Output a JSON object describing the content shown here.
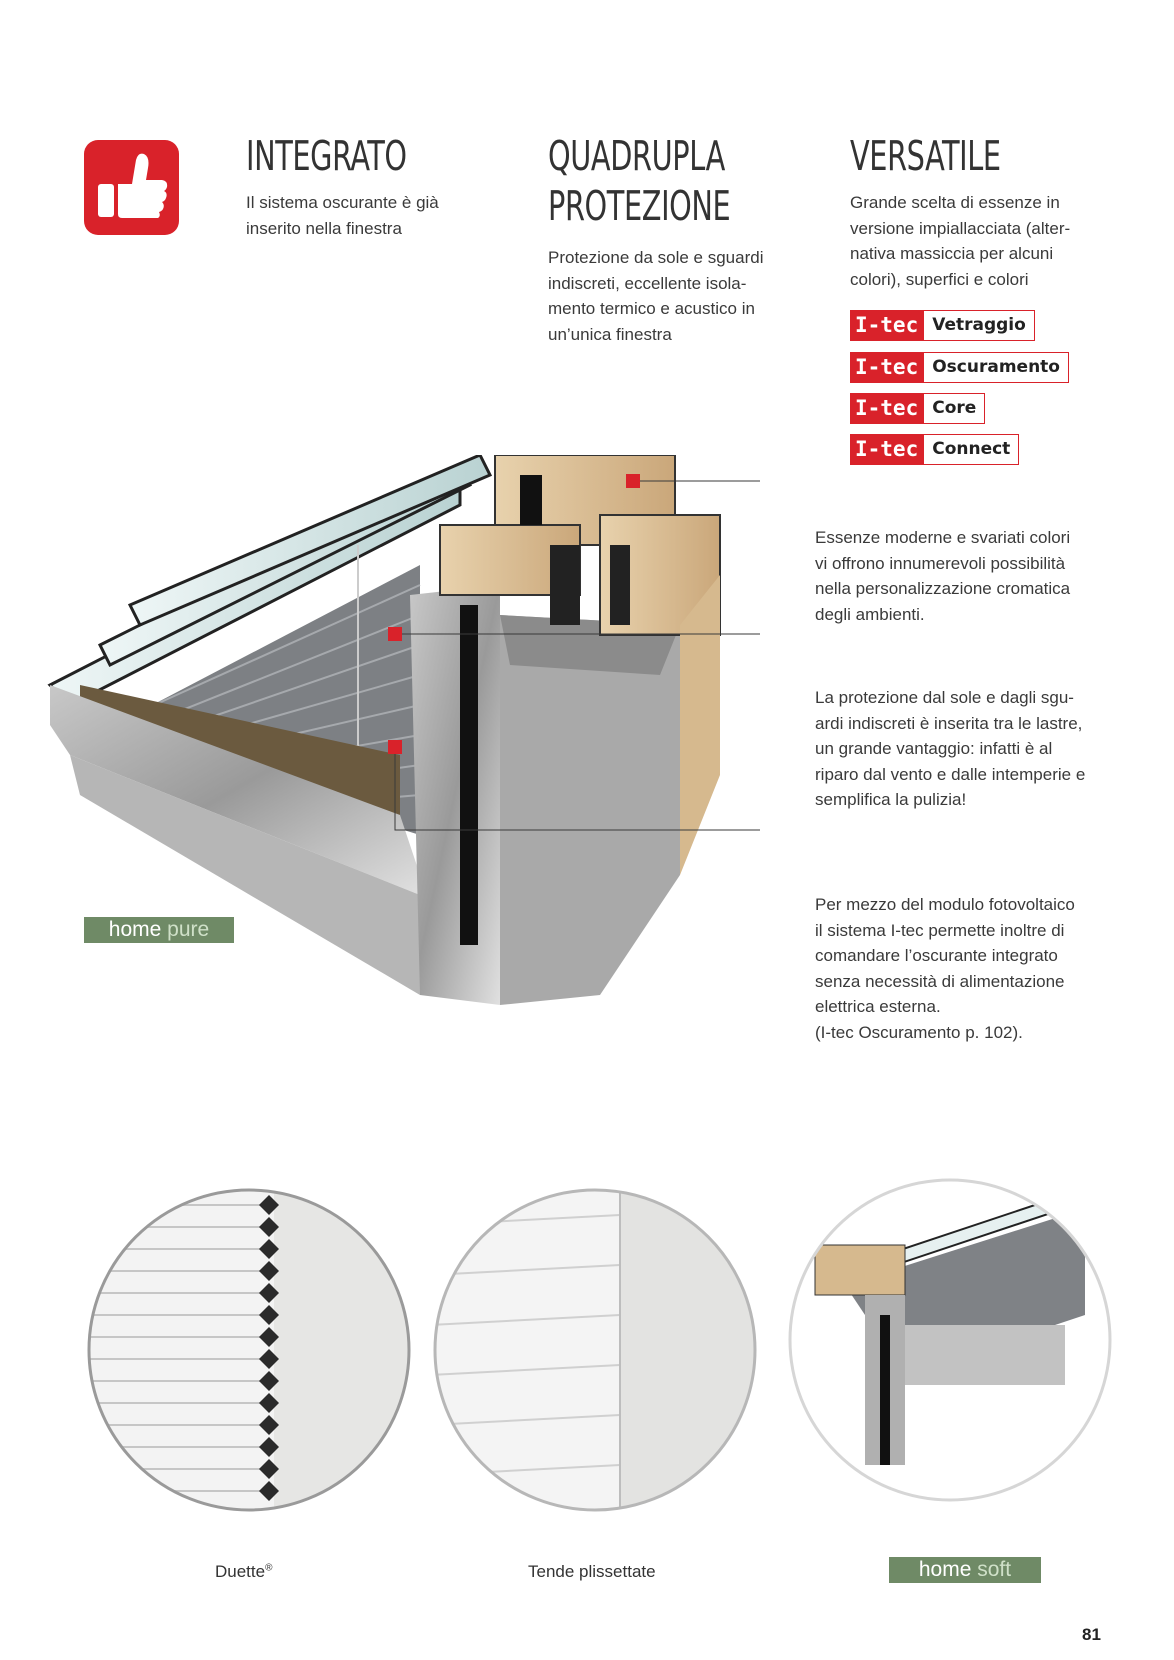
{
  "columns": [
    {
      "heading": [
        "INTEGRATO"
      ],
      "text": [
        "Il sistema oscurante è  già",
        "inserito nella finestra"
      ]
    },
    {
      "heading": [
        "QUADRUPLA",
        "PROTEZIONE"
      ],
      "text": [
        "Protezione da sole e sguardi",
        "indiscreti, eccellente isola-",
        "mento termico e acustico in",
        "un’unica finestra"
      ]
    },
    {
      "heading": [
        "VERSATILE"
      ],
      "text": [
        "Grande scelta di essenze in",
        "versione impiallacciata (alter-",
        "nativa massiccia per alcuni",
        "colori), superfici e colori"
      ]
    }
  ],
  "badges": [
    {
      "logo": "I-tec",
      "name": "Vetraggio"
    },
    {
      "logo": "I-tec",
      "name": "Oscuramento"
    },
    {
      "logo": "I-tec",
      "name": "Core"
    },
    {
      "logo": "I-tec",
      "name": "Connect"
    }
  ],
  "callouts": [
    {
      "text": [
        "Essenze moderne e svariati colori",
        "vi offrono innumerevoli possibilità",
        "nella personalizzazione cromatica",
        "degli ambienti."
      ]
    },
    {
      "text": [
        "La protezione dal sole e dagli sgu-",
        "ardi indiscreti è inserita tra le lastre,",
        "un grande vantaggio: infatti è al",
        "riparo dal vento e dalle intemperie e",
        "semplifica la pulizia!"
      ]
    },
    {
      "text": [
        "Per mezzo del modulo fotovoltaico",
        "il sistema I-tec permette inoltre di",
        "comandare l’oscurante integrato",
        "senza necessità di alimentazione",
        "elettrica esterna.",
        "(I-tec Oscuramento p. 102)."
      ]
    }
  ],
  "home_pure": {
    "bold": "home",
    "light": "pure"
  },
  "home_soft": {
    "bold": "home",
    "light": "soft"
  },
  "captions": {
    "duette": "Duette",
    "duette_mark": "®",
    "plissettate": "Tende plissettate"
  },
  "page_number": "81",
  "colors": {
    "accent_red": "#d9222a",
    "tag_green": "#6f8a66"
  },
  "icons": {
    "top_left": "thumbs-up-icon"
  }
}
